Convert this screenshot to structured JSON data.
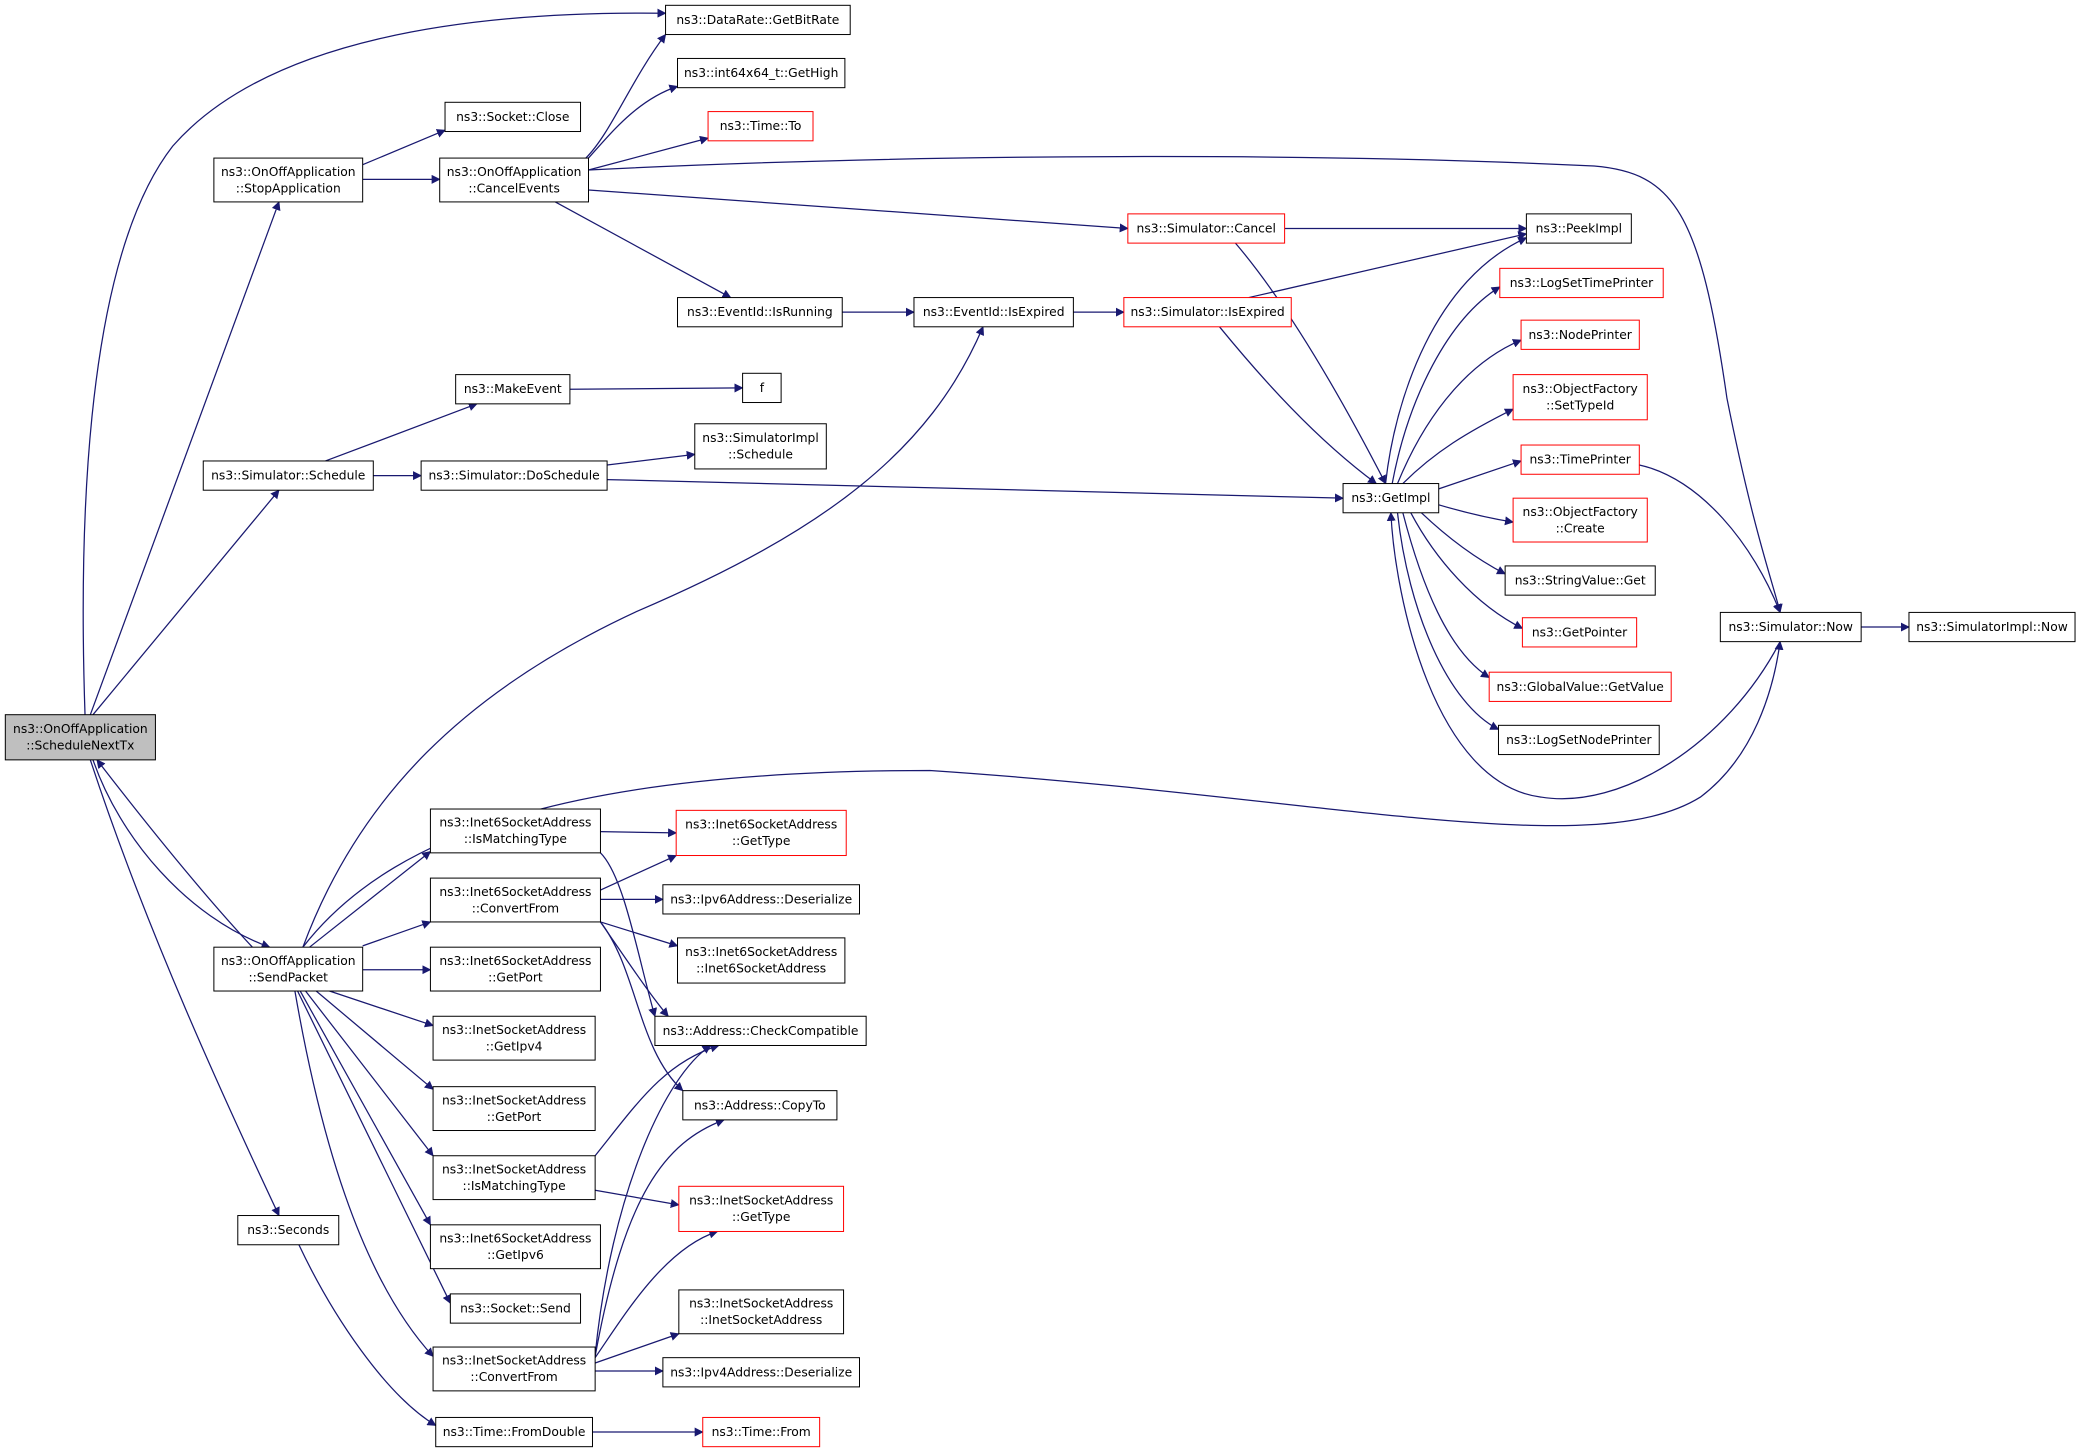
{
  "colors": {
    "edge": "#191970",
    "node_border": "#000000",
    "node_border_truncated": "#ff0000",
    "node_fill": "#ffffff",
    "root_fill": "#bfbfbf"
  },
  "nodes": [
    {
      "id": "ScheduleNextTx",
      "lines": [
        "ns3::OnOffApplication",
        "::ScheduleNextTx"
      ],
      "style": "root"
    },
    {
      "id": "GetBitRate",
      "lines": [
        "ns3::DataRate::GetBitRate"
      ],
      "style": "normal"
    },
    {
      "id": "StopApplication",
      "lines": [
        "ns3::OnOffApplication",
        "::StopApplication"
      ],
      "style": "normal"
    },
    {
      "id": "SocketClose",
      "lines": [
        "ns3::Socket::Close"
      ],
      "style": "normal"
    },
    {
      "id": "CancelEvents",
      "lines": [
        "ns3::OnOffApplication",
        "::CancelEvents"
      ],
      "style": "normal"
    },
    {
      "id": "GetHigh",
      "lines": [
        "ns3::int64x64_t::GetHigh"
      ],
      "style": "normal"
    },
    {
      "id": "TimeTo",
      "lines": [
        "ns3::Time::To"
      ],
      "style": "truncated"
    },
    {
      "id": "SimNow",
      "lines": [
        "ns3::Simulator::Now"
      ],
      "style": "normal"
    },
    {
      "id": "ImplNow",
      "lines": [
        "ns3::SimulatorImpl::Now"
      ],
      "style": "normal"
    },
    {
      "id": "SimCancel",
      "lines": [
        "ns3::Simulator::Cancel"
      ],
      "style": "truncated"
    },
    {
      "id": "PeekImpl",
      "lines": [
        "ns3::PeekImpl"
      ],
      "style": "normal"
    },
    {
      "id": "GetImpl",
      "lines": [
        "ns3::GetImpl"
      ],
      "style": "normal"
    },
    {
      "id": "IsRunning",
      "lines": [
        "ns3::EventId::IsRunning"
      ],
      "style": "normal"
    },
    {
      "id": "IsExpired",
      "lines": [
        "ns3::EventId::IsExpired"
      ],
      "style": "normal"
    },
    {
      "id": "SimIsExpired",
      "lines": [
        "ns3::Simulator::IsExpired"
      ],
      "style": "truncated"
    },
    {
      "id": "LogSetTimePrinter",
      "lines": [
        "ns3::LogSetTimePrinter"
      ],
      "style": "truncated"
    },
    {
      "id": "NodePrinter",
      "lines": [
        "ns3::NodePrinter"
      ],
      "style": "truncated"
    },
    {
      "id": "SetTypeId",
      "lines": [
        "ns3::ObjectFactory",
        "::SetTypeId"
      ],
      "style": "truncated"
    },
    {
      "id": "TimePrinter",
      "lines": [
        "ns3::TimePrinter"
      ],
      "style": "truncated"
    },
    {
      "id": "OFCreate",
      "lines": [
        "ns3::ObjectFactory",
        "::Create"
      ],
      "style": "truncated"
    },
    {
      "id": "StringValueGet",
      "lines": [
        "ns3::StringValue::Get"
      ],
      "style": "normal"
    },
    {
      "id": "GetPointer",
      "lines": [
        "ns3::GetPointer"
      ],
      "style": "truncated"
    },
    {
      "id": "GVGetValue",
      "lines": [
        "ns3::GlobalValue::GetValue"
      ],
      "style": "truncated"
    },
    {
      "id": "LogSetNodePrinter",
      "lines": [
        "ns3::LogSetNodePrinter"
      ],
      "style": "normal"
    },
    {
      "id": "MakeEvent",
      "lines": [
        "ns3::MakeEvent"
      ],
      "style": "normal"
    },
    {
      "id": "F",
      "lines": [
        "f"
      ],
      "style": "normal"
    },
    {
      "id": "SimSchedule",
      "lines": [
        "ns3::Simulator::Schedule"
      ],
      "style": "normal"
    },
    {
      "id": "DoSchedule",
      "lines": [
        "ns3::Simulator::DoSchedule"
      ],
      "style": "normal"
    },
    {
      "id": "ImplSchedule",
      "lines": [
        "ns3::SimulatorImpl",
        "::Schedule"
      ],
      "style": "normal"
    },
    {
      "id": "SendPacket",
      "lines": [
        "ns3::OnOffApplication",
        "::SendPacket"
      ],
      "style": "normal"
    },
    {
      "id": "I6IsMatching",
      "lines": [
        "ns3::Inet6SocketAddress",
        "::IsMatchingType"
      ],
      "style": "normal"
    },
    {
      "id": "I6GetType",
      "lines": [
        "ns3::Inet6SocketAddress",
        "::GetType"
      ],
      "style": "truncated"
    },
    {
      "id": "I6Convert",
      "lines": [
        "ns3::Inet6SocketAddress",
        "::ConvertFrom"
      ],
      "style": "normal"
    },
    {
      "id": "Ipv6Deser",
      "lines": [
        "ns3::Ipv6Address::Deserialize"
      ],
      "style": "normal"
    },
    {
      "id": "I6Ctor",
      "lines": [
        "ns3::Inet6SocketAddress",
        "::Inet6SocketAddress"
      ],
      "style": "normal"
    },
    {
      "id": "I6GetPort",
      "lines": [
        "ns3::Inet6SocketAddress",
        "::GetPort"
      ],
      "style": "normal"
    },
    {
      "id": "CheckCompat",
      "lines": [
        "ns3::Address::CheckCompatible"
      ],
      "style": "normal"
    },
    {
      "id": "I4GetIpv4",
      "lines": [
        "ns3::InetSocketAddress",
        "::GetIpv4"
      ],
      "style": "normal"
    },
    {
      "id": "CopyTo",
      "lines": [
        "ns3::Address::CopyTo"
      ],
      "style": "normal"
    },
    {
      "id": "I4GetPort",
      "lines": [
        "ns3::InetSocketAddress",
        "::GetPort"
      ],
      "style": "normal"
    },
    {
      "id": "I4IsMatching",
      "lines": [
        "ns3::InetSocketAddress",
        "::IsMatchingType"
      ],
      "style": "normal"
    },
    {
      "id": "I4GetType",
      "lines": [
        "ns3::InetSocketAddress",
        "::GetType"
      ],
      "style": "truncated"
    },
    {
      "id": "Seconds",
      "lines": [
        "ns3::Seconds"
      ],
      "style": "normal"
    },
    {
      "id": "I6GetIpv6",
      "lines": [
        "ns3::Inet6SocketAddress",
        "::GetIpv6"
      ],
      "style": "normal"
    },
    {
      "id": "SocketSend",
      "lines": [
        "ns3::Socket::Send"
      ],
      "style": "normal"
    },
    {
      "id": "I4Ctor",
      "lines": [
        "ns3::InetSocketAddress",
        "::InetSocketAddress"
      ],
      "style": "normal"
    },
    {
      "id": "I4Convert",
      "lines": [
        "ns3::InetSocketAddress",
        "::ConvertFrom"
      ],
      "style": "normal"
    },
    {
      "id": "Ipv4Deser",
      "lines": [
        "ns3::Ipv4Address::Deserialize"
      ],
      "style": "normal"
    },
    {
      "id": "FromDouble",
      "lines": [
        "ns3::Time::FromDouble"
      ],
      "style": "normal"
    },
    {
      "id": "TimeFrom",
      "lines": [
        "ns3::Time::From"
      ],
      "style": "truncated"
    }
  ],
  "edges": [
    {
      "from": "ScheduleNextTx",
      "to": "GetBitRate"
    },
    {
      "from": "ScheduleNextTx",
      "to": "StopApplication"
    },
    {
      "from": "ScheduleNextTx",
      "to": "SimSchedule"
    },
    {
      "from": "ScheduleNextTx",
      "to": "SendPacket"
    },
    {
      "from": "ScheduleNextTx",
      "to": "Seconds"
    },
    {
      "from": "StopApplication",
      "to": "SocketClose"
    },
    {
      "from": "StopApplication",
      "to": "CancelEvents"
    },
    {
      "from": "CancelEvents",
      "to": "GetBitRate"
    },
    {
      "from": "CancelEvents",
      "to": "GetHigh"
    },
    {
      "from": "CancelEvents",
      "to": "TimeTo"
    },
    {
      "from": "CancelEvents",
      "to": "SimNow"
    },
    {
      "from": "CancelEvents",
      "to": "SimCancel"
    },
    {
      "from": "CancelEvents",
      "to": "IsRunning"
    },
    {
      "from": "SimCancel",
      "to": "PeekImpl"
    },
    {
      "from": "SimCancel",
      "to": "GetImpl"
    },
    {
      "from": "IsRunning",
      "to": "IsExpired"
    },
    {
      "from": "IsExpired",
      "to": "SimIsExpired"
    },
    {
      "from": "SimIsExpired",
      "to": "PeekImpl"
    },
    {
      "from": "SimIsExpired",
      "to": "GetImpl"
    },
    {
      "from": "GetImpl",
      "to": "PeekImpl"
    },
    {
      "from": "GetImpl",
      "to": "LogSetTimePrinter"
    },
    {
      "from": "GetImpl",
      "to": "NodePrinter"
    },
    {
      "from": "GetImpl",
      "to": "SetTypeId"
    },
    {
      "from": "GetImpl",
      "to": "TimePrinter"
    },
    {
      "from": "GetImpl",
      "to": "OFCreate"
    },
    {
      "from": "GetImpl",
      "to": "StringValueGet"
    },
    {
      "from": "GetImpl",
      "to": "GetPointer"
    },
    {
      "from": "GetImpl",
      "to": "GVGetValue"
    },
    {
      "from": "GetImpl",
      "to": "LogSetNodePrinter"
    },
    {
      "from": "TimePrinter",
      "to": "SimNow"
    },
    {
      "from": "SimNow",
      "to": "ImplNow"
    },
    {
      "from": "SimNow",
      "to": "GetImpl"
    },
    {
      "from": "SimSchedule",
      "to": "MakeEvent"
    },
    {
      "from": "SimSchedule",
      "to": "DoSchedule"
    },
    {
      "from": "MakeEvent",
      "to": "F"
    },
    {
      "from": "DoSchedule",
      "to": "ImplSchedule"
    },
    {
      "from": "DoSchedule",
      "to": "GetImpl"
    },
    {
      "from": "SendPacket",
      "to": "ScheduleNextTx"
    },
    {
      "from": "SendPacket",
      "to": "IsExpired"
    },
    {
      "from": "SendPacket",
      "to": "SimNow"
    },
    {
      "from": "SendPacket",
      "to": "I6IsMatching"
    },
    {
      "from": "SendPacket",
      "to": "I6Convert"
    },
    {
      "from": "SendPacket",
      "to": "I6GetPort"
    },
    {
      "from": "SendPacket",
      "to": "I4GetIpv4"
    },
    {
      "from": "SendPacket",
      "to": "I4GetPort"
    },
    {
      "from": "SendPacket",
      "to": "I4IsMatching"
    },
    {
      "from": "SendPacket",
      "to": "I6GetIpv6"
    },
    {
      "from": "SendPacket",
      "to": "SocketSend"
    },
    {
      "from": "SendPacket",
      "to": "I4Convert"
    },
    {
      "from": "I6IsMatching",
      "to": "I6GetType"
    },
    {
      "from": "I6IsMatching",
      "to": "CheckCompat"
    },
    {
      "from": "I6Convert",
      "to": "I6GetType"
    },
    {
      "from": "I6Convert",
      "to": "Ipv6Deser"
    },
    {
      "from": "I6Convert",
      "to": "I6Ctor"
    },
    {
      "from": "I6Convert",
      "to": "CheckCompat"
    },
    {
      "from": "I6Convert",
      "to": "CopyTo"
    },
    {
      "from": "I4IsMatching",
      "to": "CheckCompat"
    },
    {
      "from": "I4IsMatching",
      "to": "I4GetType"
    },
    {
      "from": "I4Convert",
      "to": "CheckCompat"
    },
    {
      "from": "I4Convert",
      "to": "CopyTo"
    },
    {
      "from": "I4Convert",
      "to": "I4GetType"
    },
    {
      "from": "I4Convert",
      "to": "I4Ctor"
    },
    {
      "from": "I4Convert",
      "to": "Ipv4Deser"
    },
    {
      "from": "Seconds",
      "to": "FromDouble"
    },
    {
      "from": "FromDouble",
      "to": "TimeFrom"
    }
  ]
}
